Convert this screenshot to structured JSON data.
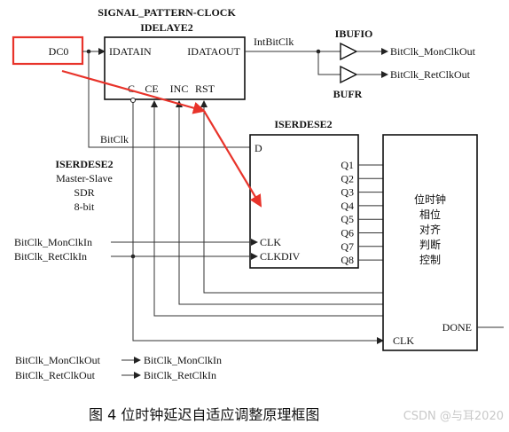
{
  "idelay": {
    "top_label": "SIGNAL_PATTERN-CLOCK",
    "name": "IDELAYE2",
    "in_port": "IDATAIN",
    "out_port": "IDATAOUT",
    "ctrl_ports": [
      "C",
      "CE",
      "INC",
      "RST"
    ]
  },
  "input_signal": "DC0",
  "intbitclk_label": "IntBitClk",
  "ibufio_label": "IBUFIO",
  "bufr_label": "BUFR",
  "outputs": {
    "mon": "BitClk_MonClkOut",
    "ret": "BitClk_RetClkOut"
  },
  "bitclk_label": "BitClk",
  "iserdes": {
    "name": "ISERDESE2",
    "d_port": "D",
    "q_ports": [
      "Q1",
      "Q2",
      "Q3",
      "Q4",
      "Q5",
      "Q6",
      "Q7",
      "Q8"
    ],
    "clk_port": "CLK",
    "clkdiv_port": "CLKDIV"
  },
  "iserdes_info": [
    "ISERDESE2",
    "Master-Slave",
    "SDR",
    "8-bit"
  ],
  "clock_inputs": {
    "mon": "BitClk_MonClkIn",
    "ret": "BitClk_RetClkIn"
  },
  "judge_block": {
    "lines": [
      "位时钟",
      "相位",
      "对齐",
      "判断",
      "控制"
    ],
    "done_port": "DONE",
    "clk_port": "CLK"
  },
  "legend": [
    {
      "from": "BitClk_MonClkOut",
      "to": "BitClk_MonClkIn"
    },
    {
      "from": "BitClk_RetClkOut",
      "to": "BitClk_RetClkIn"
    }
  ],
  "caption": "图 4    位时钟延迟自适应调整原理框图",
  "watermark": "CSDN @与耳2020",
  "colors": {
    "highlight": "#e8332a",
    "line": "#333333"
  }
}
